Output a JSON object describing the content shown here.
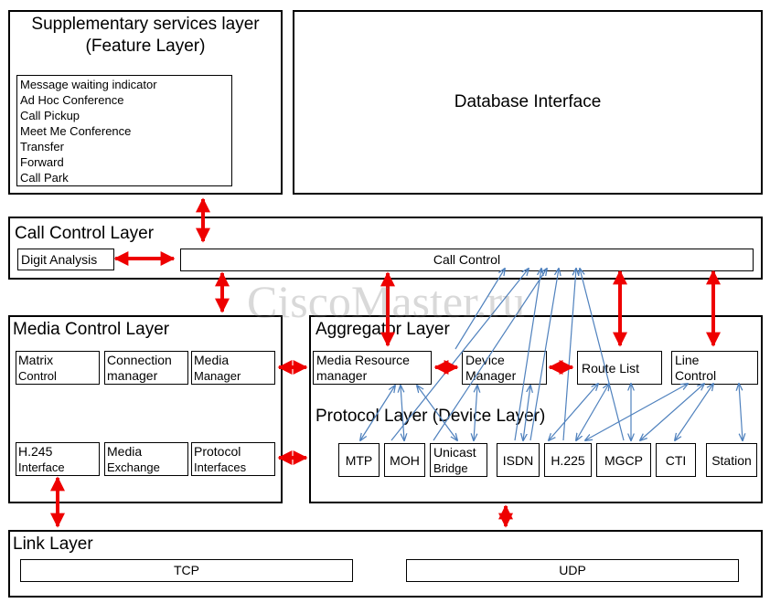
{
  "supplementary": {
    "title_line1": "Supplementary services layer",
    "title_line2": "(Feature Layer)",
    "features": [
      "Message waiting indicator",
      "Ad Hoc Conference",
      "Call Pickup",
      "Meet Me Conference",
      "Transfer",
      "Forward",
      "Call Park"
    ]
  },
  "database": {
    "title": "Database Interface"
  },
  "call_control_layer": {
    "title": "Call Control Layer",
    "digit_analysis": "Digit Analysis",
    "call_control": "Call Control"
  },
  "media_control_layer": {
    "title": "Media Control Layer",
    "matrix_1": "Matrix",
    "matrix_2": "Control",
    "connection_1": "Connection",
    "connection_2": "manager",
    "media_mgr_1": "Media",
    "media_mgr_2": "Manager",
    "h245_1": "H.245",
    "h245_2": "Interface",
    "media_ex_1": "Media",
    "media_ex_2": "Exchange",
    "protocol_1": "Protocol",
    "protocol_2": "Interfaces"
  },
  "aggregator_layer": {
    "title": "Aggregator Layer",
    "mrm_1": "Media Resource",
    "mrm_2": "manager",
    "device_1": "Device",
    "device_2": "Manager",
    "route_list": "Route List",
    "line_1": "Line",
    "line_2": "Control"
  },
  "protocol_layer": {
    "title": "Protocol Layer (Device Layer)",
    "mtp": "MTP",
    "moh": "MOH",
    "unicast_1": "Unicast",
    "unicast_2": "Bridge",
    "isdn": "ISDN",
    "h225": "H.225",
    "mgcp": "MGCP",
    "cti": "CTI",
    "station": "Station"
  },
  "link_layer": {
    "title": "Link Layer",
    "tcp": "TCP",
    "udp": "UDP"
  },
  "watermark": "CiscoMaster.ru",
  "colors": {
    "red_arrow": "#ee0000",
    "blue_arrow": "#4f81bd",
    "border": "#000000"
  }
}
